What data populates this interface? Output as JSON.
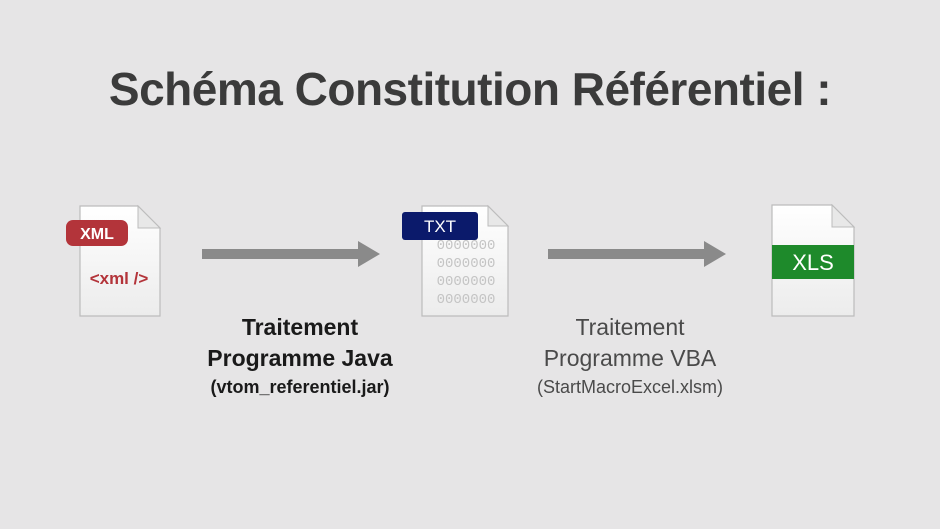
{
  "title": "Schéma Constitution Référentiel :",
  "steps": [
    {
      "icon": "xml-file-icon",
      "badge": "XML",
      "content": "<xml />"
    },
    {
      "icon": "txt-file-icon",
      "badge": "TXT",
      "rows": [
        "0000000",
        "0000000",
        "0000000",
        "0000000"
      ]
    },
    {
      "icon": "xls-file-icon",
      "badge": "XLS"
    }
  ],
  "transitions": [
    {
      "line1": "Traitement",
      "line2": "Programme Java",
      "line3": "(vtom_referentiel.jar)"
    },
    {
      "line1": "Traitement",
      "line2": "Programme VBA",
      "line3": "(StartMacroExcel.xlsm)"
    }
  ],
  "colors": {
    "background": "#e6e5e6",
    "xml_badge": "#b3343a",
    "txt_badge": "#0b1a6b",
    "xls_badge": "#1e8a2b",
    "arrow": "#8a8a8a"
  }
}
